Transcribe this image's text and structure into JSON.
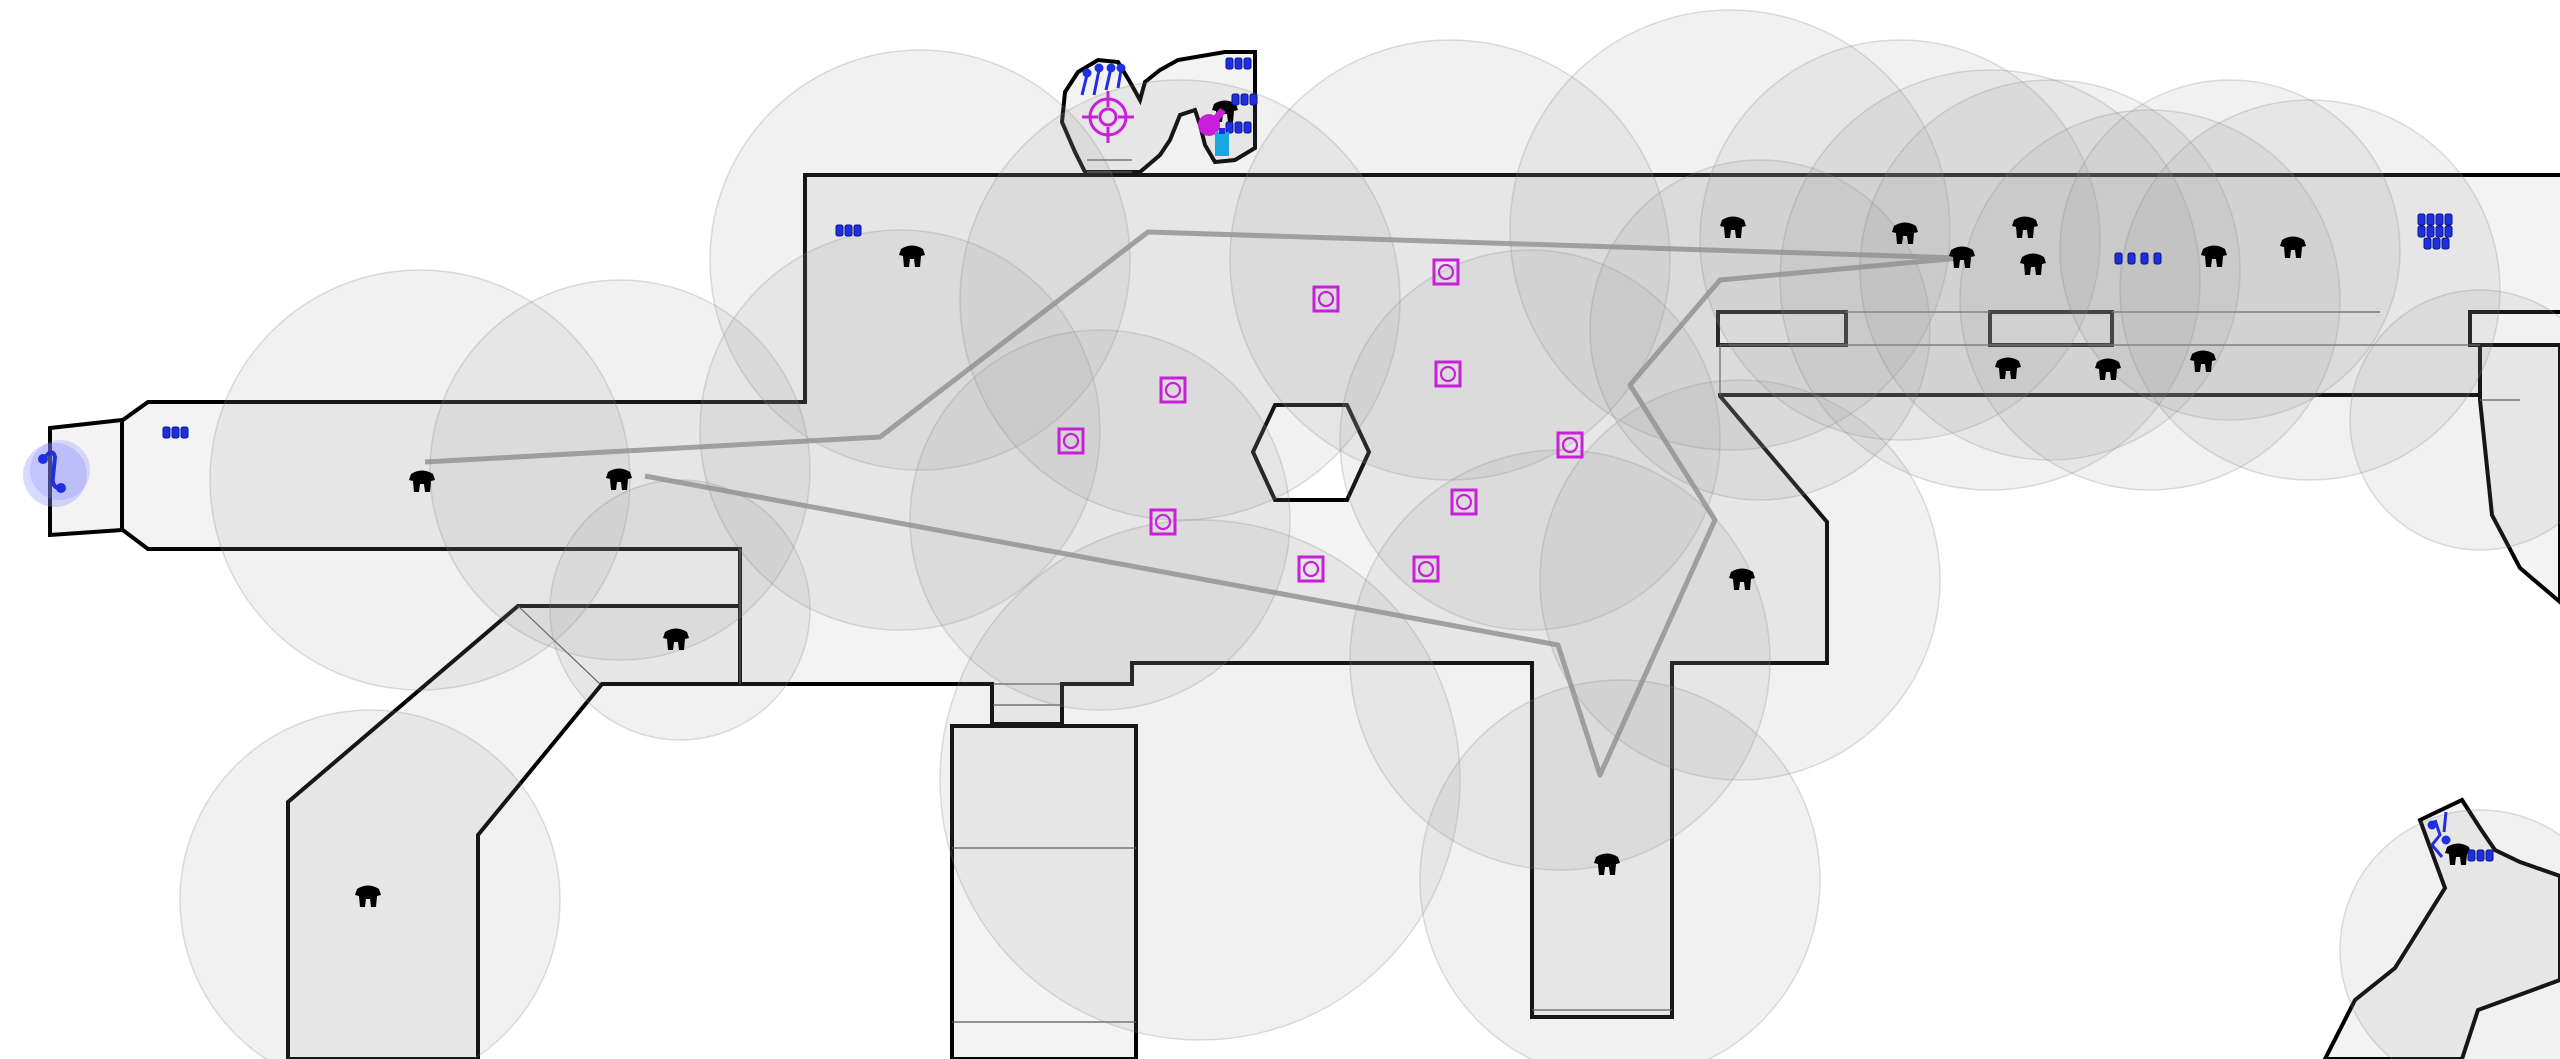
{
  "level": {
    "theme": "top-down stealth map",
    "colors": {
      "floor": "#f3f3f3",
      "wall": "#000000",
      "vision_cone": "#9a9a9a",
      "patrol_route": "#8f8f8f",
      "enemy": "#111111",
      "crate": "#c81fd8",
      "target_marker": "#c81fd8",
      "ammo_pickup": "#1e2fe0",
      "player": "#1e2fe0"
    },
    "icons": {
      "enemy": "guard-icon",
      "crate": "supply-crate-icon",
      "ammo": "ammo-pickup-icon",
      "objective": "crosshair-target-icon",
      "player": "player-icon",
      "keys": "key-icon"
    },
    "entity_counts": {
      "enemies": 19,
      "crates": 11,
      "ammo_pickups": 8
    }
  }
}
